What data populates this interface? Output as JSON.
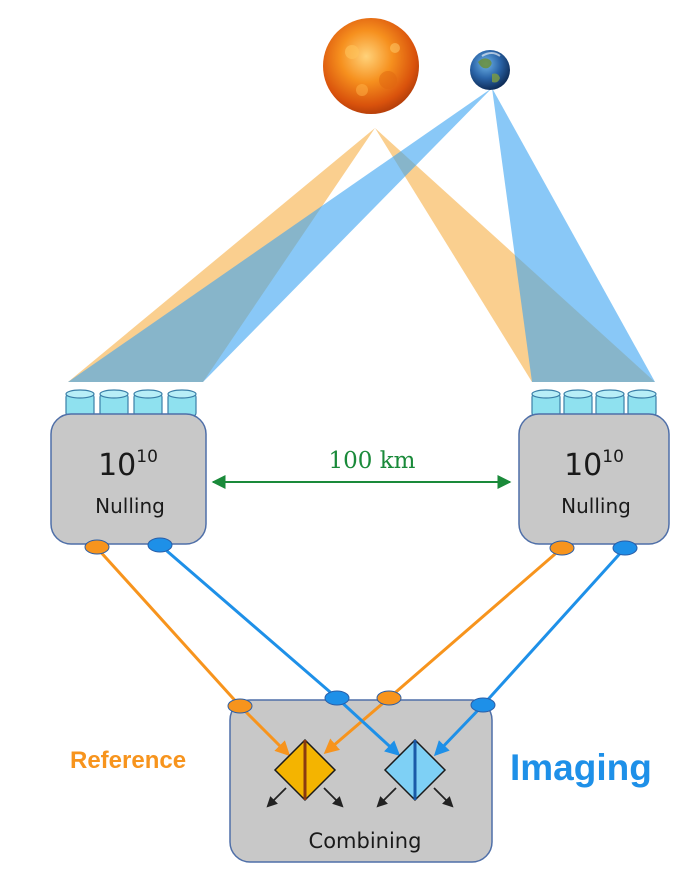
{
  "labels": {
    "left_unit": {
      "base": "10",
      "exponent": "10",
      "mode": "Nulling"
    },
    "right_unit": {
      "base": "10",
      "exponent": "10",
      "mode": "Nulling"
    },
    "baseline": "100 km",
    "reference": "Reference",
    "imaging": "Imaging",
    "combiner": "Combining"
  },
  "colors": {
    "star_light": "#f5a733",
    "planet_light": "#3aa3f2",
    "reference_text": "#f7941d",
    "imaging_text": "#1e90e8",
    "baseline": "#1a8a3a",
    "unit_fill": "#c8c8c8",
    "unit_stroke": "#4f6fa8",
    "telescope_fill": "#8fe1ef"
  },
  "icons": {
    "star": "sun-icon",
    "planet": "earth-icon",
    "telescope": "telescope-icon",
    "beam_combiner": "beam-splitter-icon"
  }
}
